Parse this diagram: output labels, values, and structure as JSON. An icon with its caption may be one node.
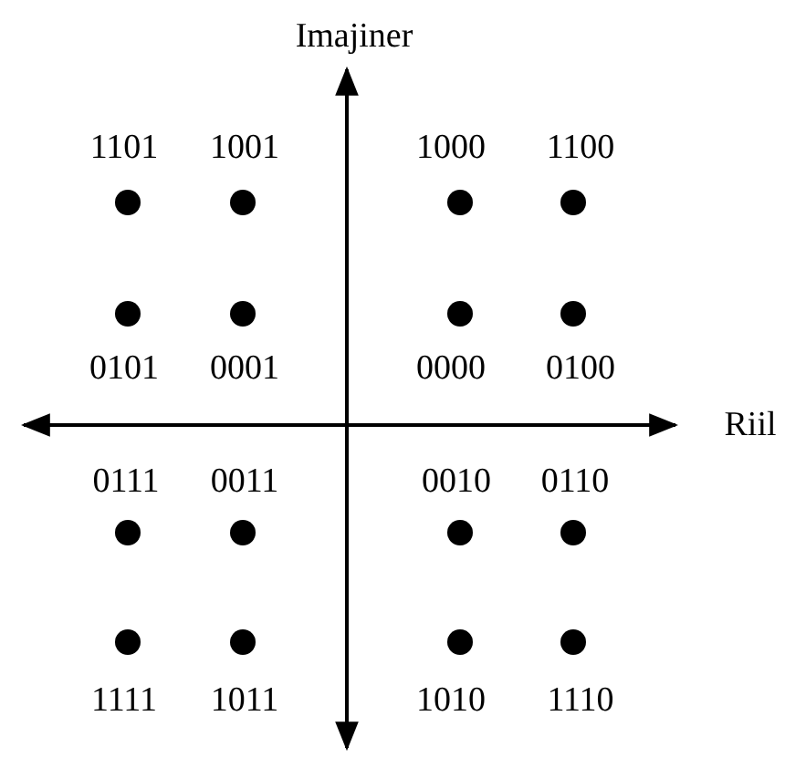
{
  "diagram": {
    "labels": [
      "Imajiner",
      "1101",
      "1001",
      "1000",
      "1100",
      "0101",
      "0001",
      "0000",
      "0100",
      "Riil",
      "0111",
      "0011",
      "0010",
      "0110",
      "1111",
      "1011",
      "1010",
      "1110"
    ]
  }
}
